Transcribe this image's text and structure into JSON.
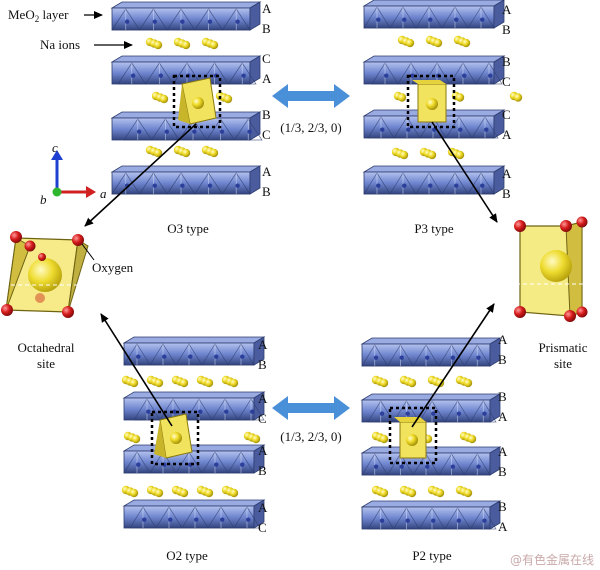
{
  "labels": {
    "meo2_prefix": "MeO",
    "meo2_sub": "2",
    "meo2_suffix": " layer",
    "na_ions": "Na ions",
    "oxygen": "Oxygen",
    "octahedral_line1": "Octahedral",
    "octahedral_line2": "site",
    "prismatic_line1": "Prismatic",
    "prismatic_line2": "site",
    "axis_a": "a",
    "axis_b": "b",
    "axis_c": "c",
    "watermark": "@有色金属在线"
  },
  "structures": {
    "o3": {
      "title": "O3 type",
      "stacking": [
        "A",
        "B",
        "C",
        "A",
        "B",
        "C",
        "A",
        "B"
      ]
    },
    "p3": {
      "title": "P3 type",
      "stacking": [
        "A",
        "B",
        "B",
        "C",
        "C",
        "A",
        "A",
        "B"
      ]
    },
    "o2": {
      "title": "O2 type",
      "stacking": [
        "A",
        "B",
        "A",
        "C",
        "A",
        "B",
        "A",
        "C"
      ]
    },
    "p2": {
      "title": "P2 type",
      "stacking": [
        "A",
        "B",
        "B",
        "A",
        "A",
        "B",
        "B",
        "A"
      ]
    }
  },
  "transforms": {
    "top": "(1/3, 2/3, 0)",
    "bottom": "(1/3, 2/3, 0)"
  },
  "colors": {
    "layer_blue": "#6f86cf",
    "layer_dark": "#34457f",
    "na_yellow": "#e9d21e",
    "site_yellow": "#f2e35f",
    "oxygen_red": "#d11a1a",
    "arrow_blue": "#4a90d9"
  }
}
